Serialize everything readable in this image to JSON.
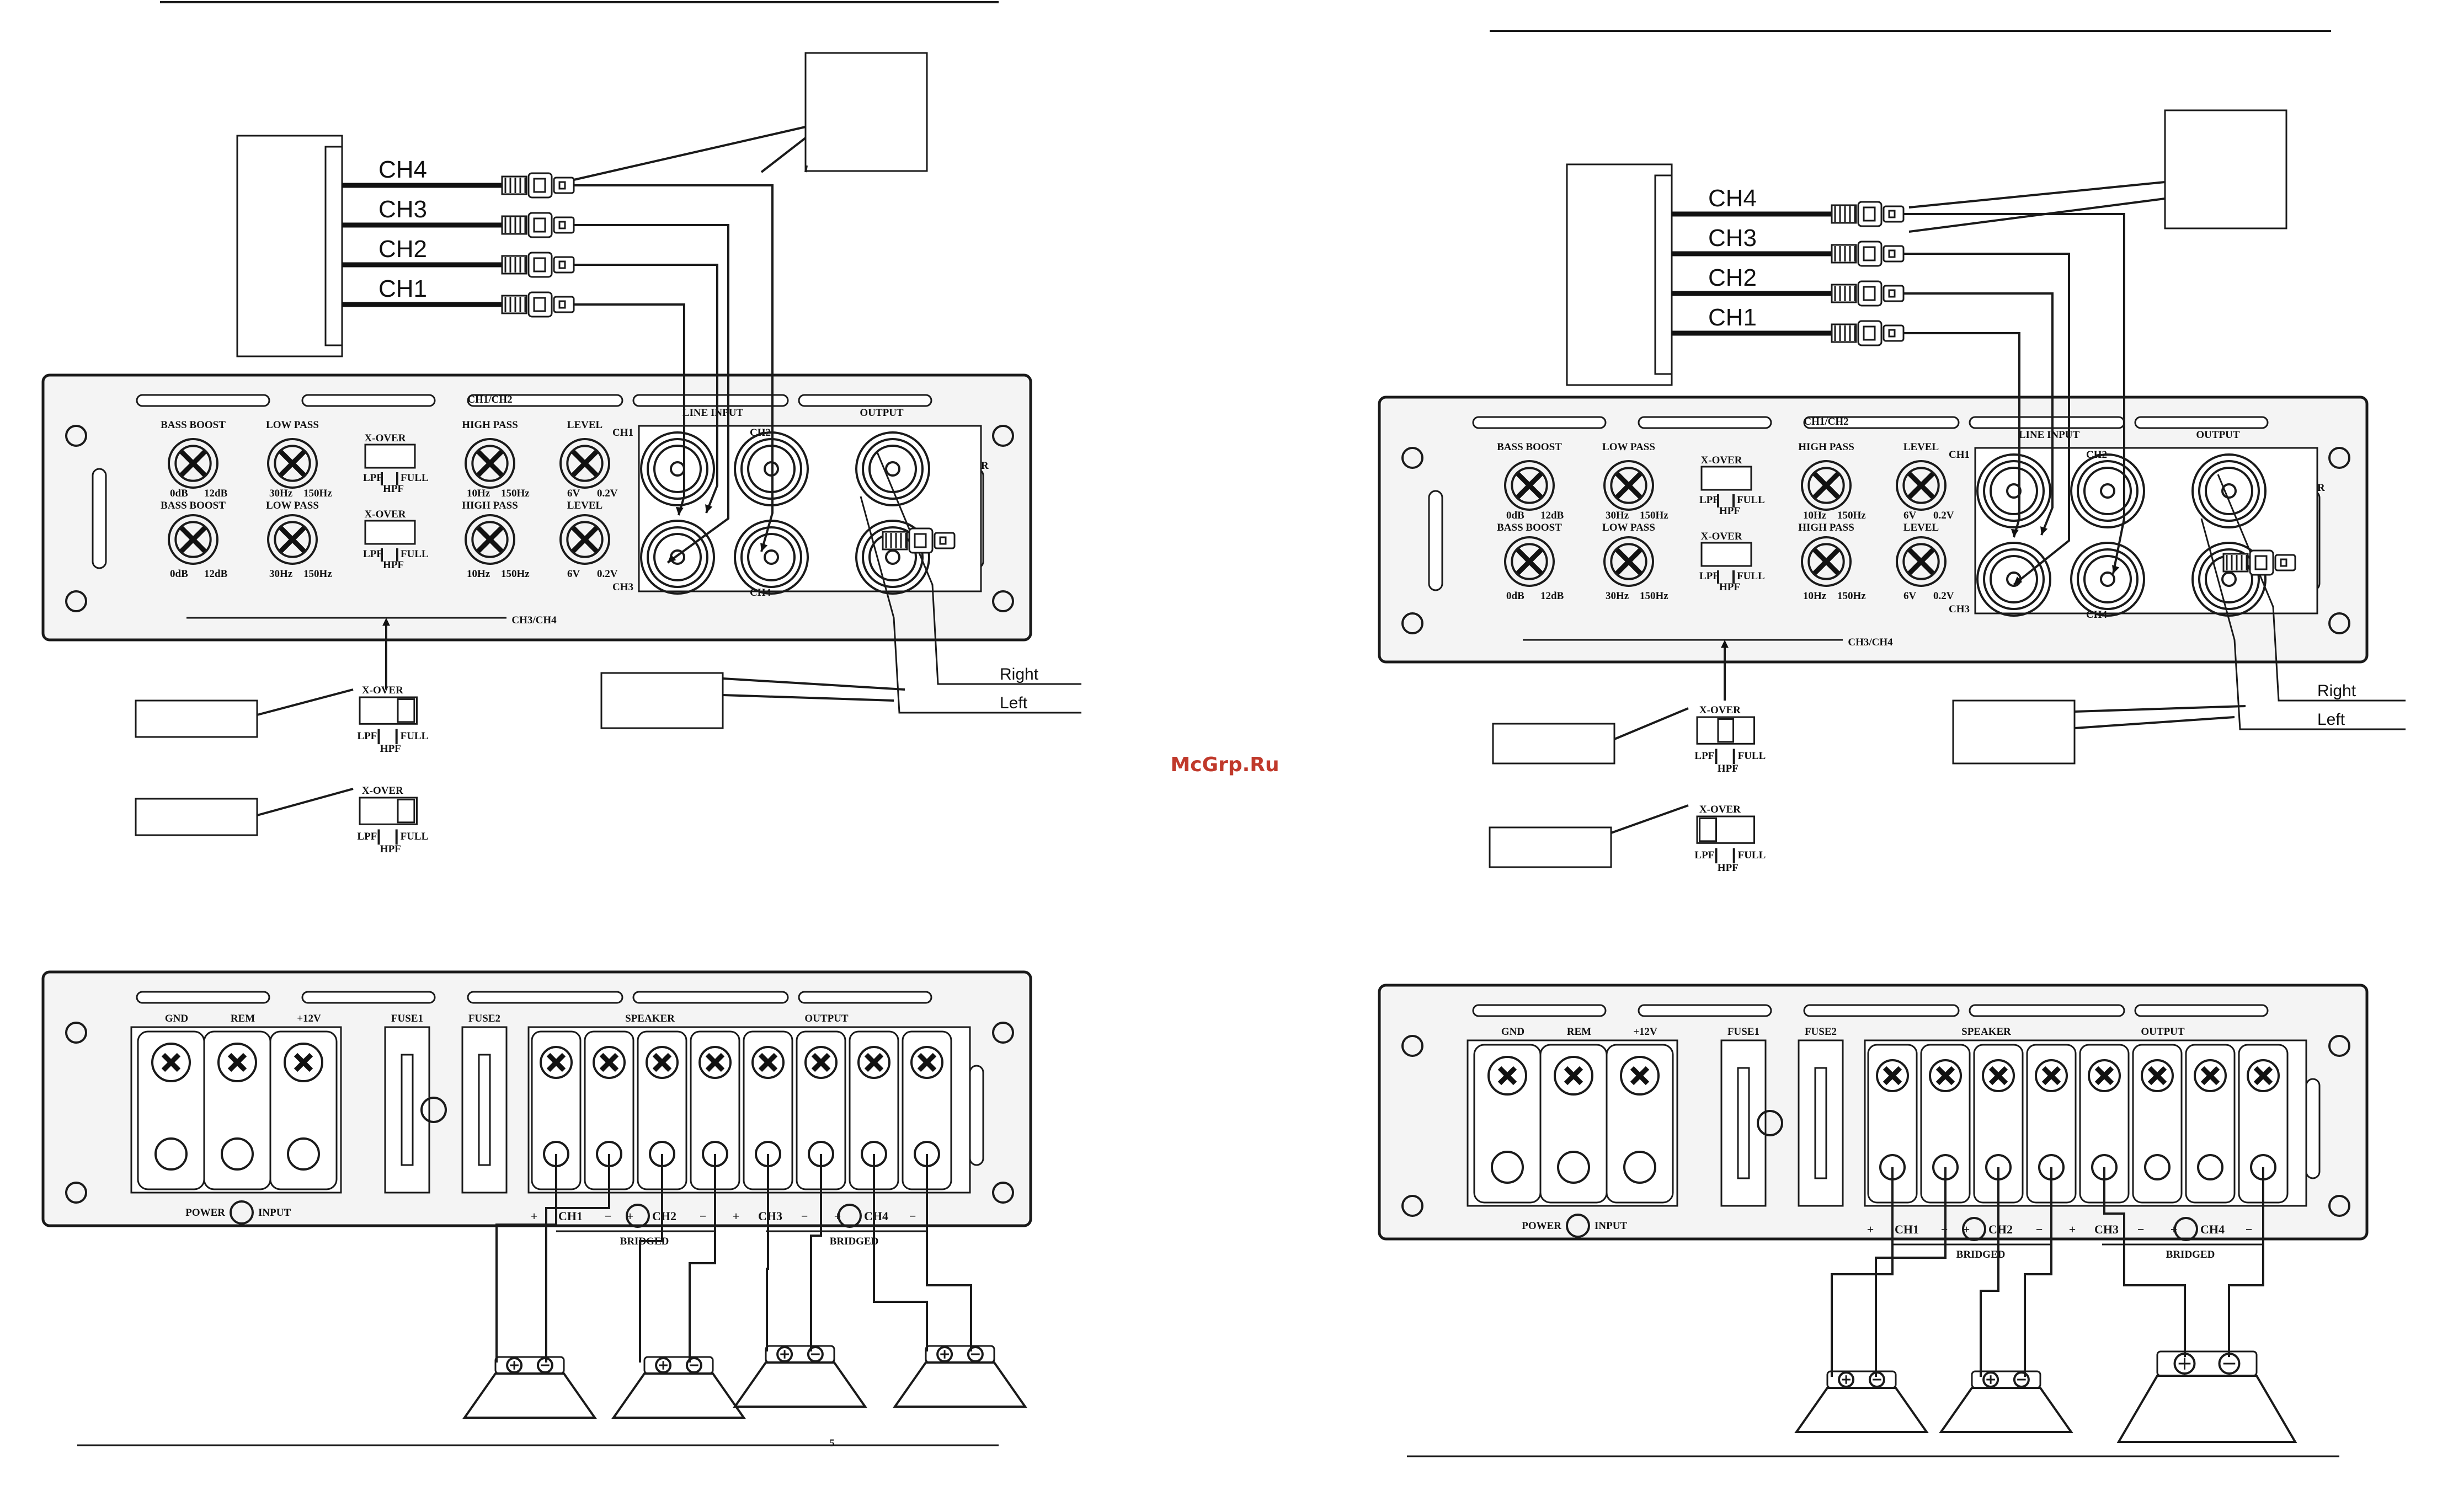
{
  "watermark": "McGrp.Ru",
  "page_number": "5",
  "rca": {
    "ch4": "CH4",
    "ch3": "CH3",
    "ch2": "CH2",
    "ch1": "CH1"
  },
  "panel": {
    "ch1_ch2": "CH1/CH2",
    "ch3_ch4": "CH3/CH4",
    "bass_boost": "BASS BOOST",
    "low_pass": "LOW PASS",
    "xover": "X-OVER",
    "high_pass": "HIGH PASS",
    "level": "LEVEL",
    "bass_range": [
      "0dB",
      "12dB"
    ],
    "lp_range": [
      "30Hz",
      "150Hz"
    ],
    "hp_range": [
      "10Hz",
      "150Hz"
    ],
    "level_range": [
      "6V",
      "0.2V"
    ],
    "lpf": "LPF",
    "hpf": "HPF",
    "full": "FULL",
    "line_input": "LINE INPUT",
    "output": "OUTPUT",
    "ch1": "CH1",
    "ch2": "CH2",
    "ch3": "CH3",
    "ch4": "CH4",
    "r": "R"
  },
  "output_wires": {
    "right": "Right",
    "left": "Left"
  },
  "terminals": {
    "gnd": "GND",
    "rem": "REM",
    "plus12v": "+12V",
    "fuse1": "FUSE1",
    "fuse2": "FUSE2",
    "speaker": "SPEAKER",
    "output": "OUTPUT",
    "power": "POWER",
    "input": "INPUT",
    "bridged": "BRIDGED",
    "plus": "+",
    "minus": "−",
    "ch1": "CH1",
    "ch2": "CH2",
    "ch3": "CH3",
    "ch4": "CH4"
  }
}
